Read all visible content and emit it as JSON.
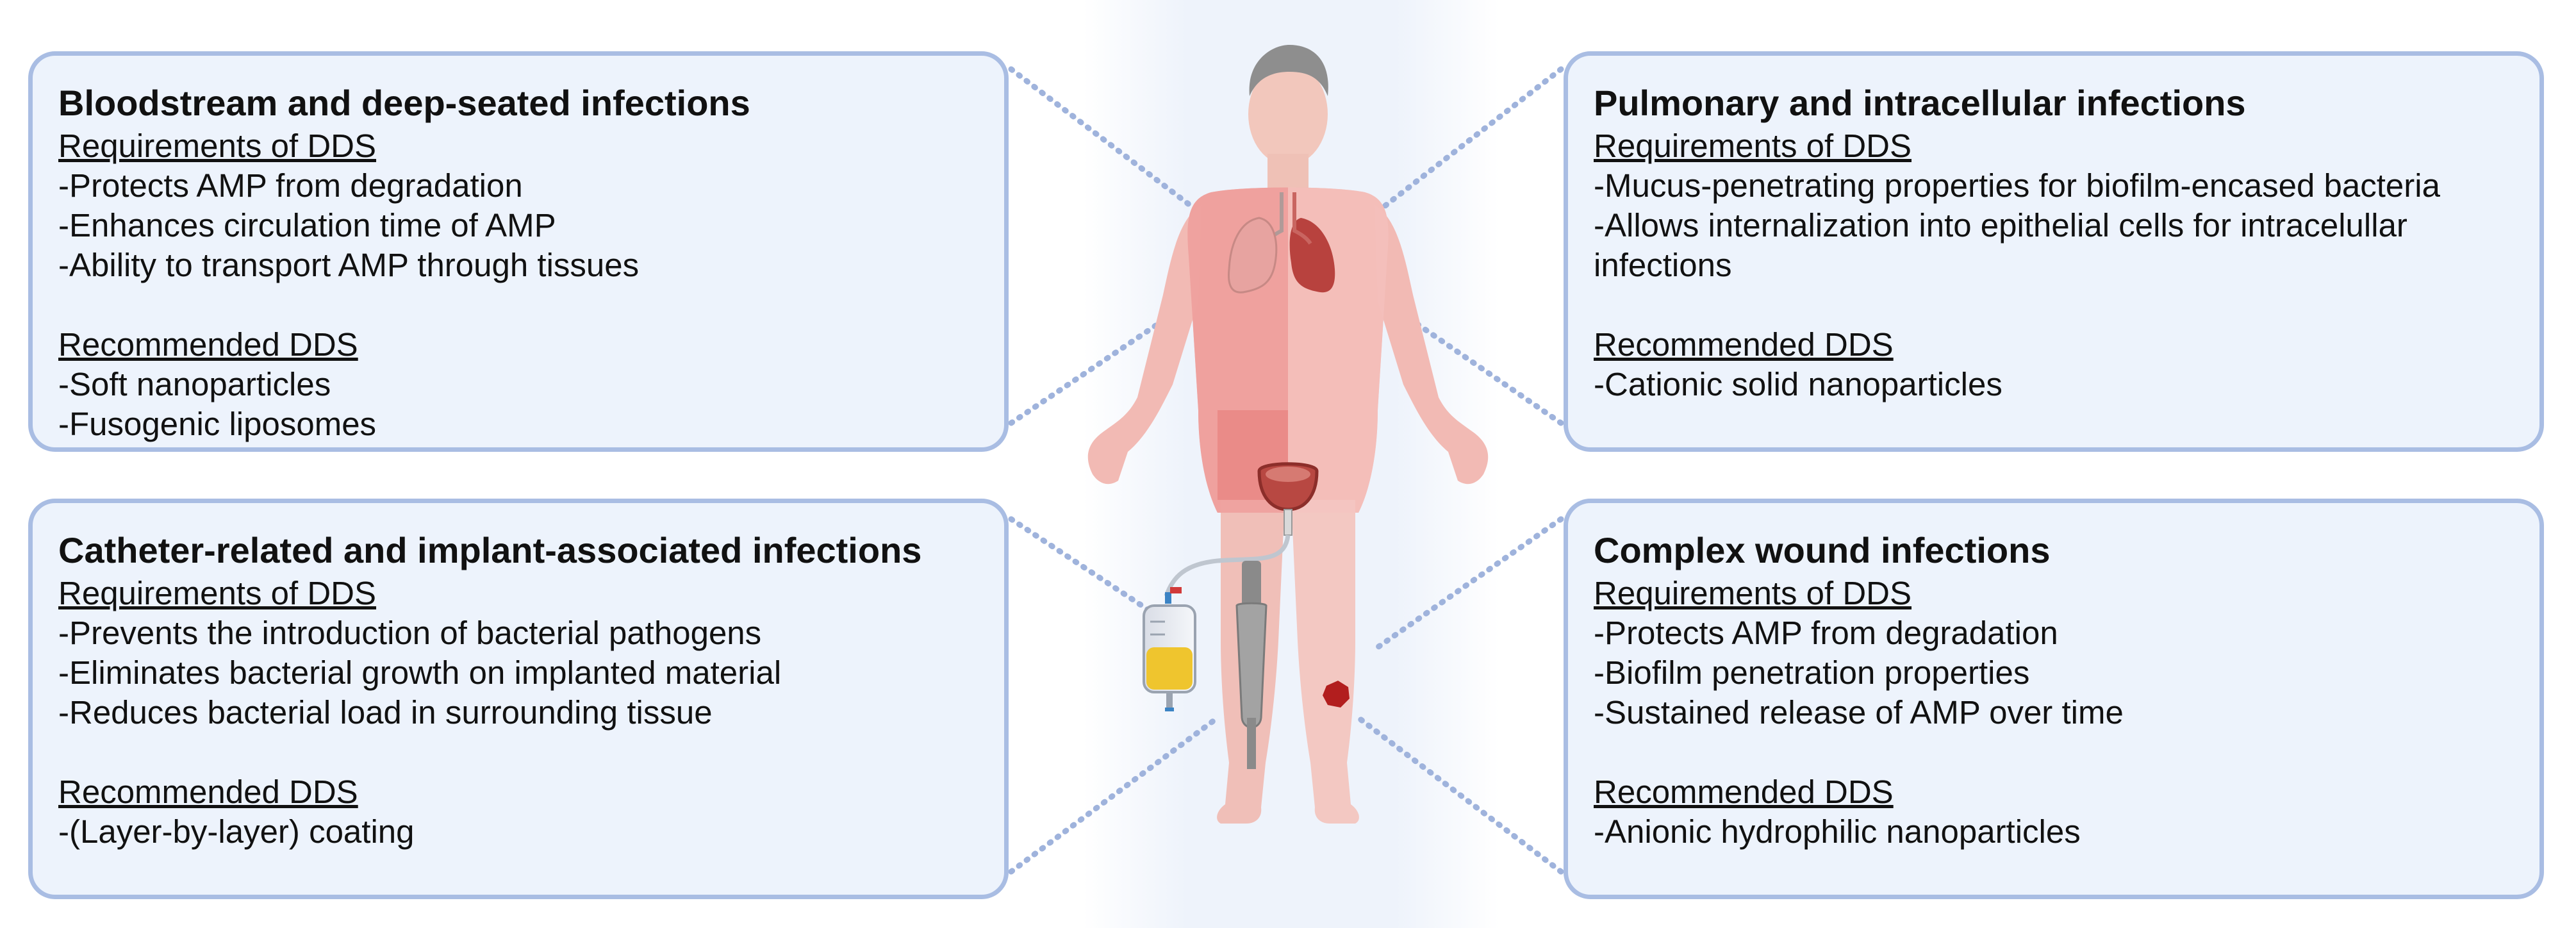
{
  "panels": {
    "top_left": {
      "title": "Bloodstream and deep-seated infections",
      "requirements_heading": "Requirements of DDS",
      "requirements": [
        "-Protects AMP from degradation",
        "-Enhances circulation time of AMP",
        "-Ability to transport AMP through tissues"
      ],
      "recommended_heading": "Recommended DDS",
      "recommended": [
        "-Soft nanoparticles",
        "-Fusogenic liposomes"
      ]
    },
    "top_right": {
      "title": "Pulmonary and intracellular infections",
      "requirements_heading": "Requirements of DDS",
      "requirements": [
        "-Mucus-penetrating properties for biofilm-encased bacteria",
        "-Allows internalization into epithelial cells for intracelullar",
        "infections"
      ],
      "recommended_heading": "Recommended DDS",
      "recommended": [
        "-Cationic solid nanoparticles"
      ]
    },
    "bottom_left": {
      "title": "Catheter-related and implant-associated infections",
      "requirements_heading": "Requirements of DDS",
      "requirements": [
        "-Prevents the introduction of bacterial pathogens",
        "-Eliminates bacterial growth on implanted material",
        "-Reduces bacterial load in surrounding tissue"
      ],
      "recommended_heading": "Recommended DDS",
      "recommended": [
        "-(Layer-by-layer) coating"
      ]
    },
    "bottom_right": {
      "title": "Complex wound infections",
      "requirements_heading": "Requirements of DDS",
      "requirements": [
        "-Protects AMP from degradation",
        "-Biofilm penetration properties",
        "-Sustained release of AMP over time"
      ],
      "recommended_heading": "Recommended DDS",
      "recommended": [
        "-Anionic hydrophilic nanoparticles"
      ]
    }
  },
  "colors": {
    "panel_border": "#a9bde3",
    "panel_fill": "#edf3fc",
    "connector": "#9fb3dc",
    "skin_left": "#ee9e9b",
    "skin_right": "#f5c3c0",
    "lung": "#b8423e",
    "bladder": "#b84842",
    "wound": "#b21e1e",
    "urine": "#efc52e",
    "prosthesis": "#9c9c9c"
  },
  "icons": [
    "human-body-illustration",
    "lungs-icon",
    "bladder-icon",
    "catheter-bag-icon",
    "prosthetic-leg-icon",
    "wound-icon"
  ]
}
